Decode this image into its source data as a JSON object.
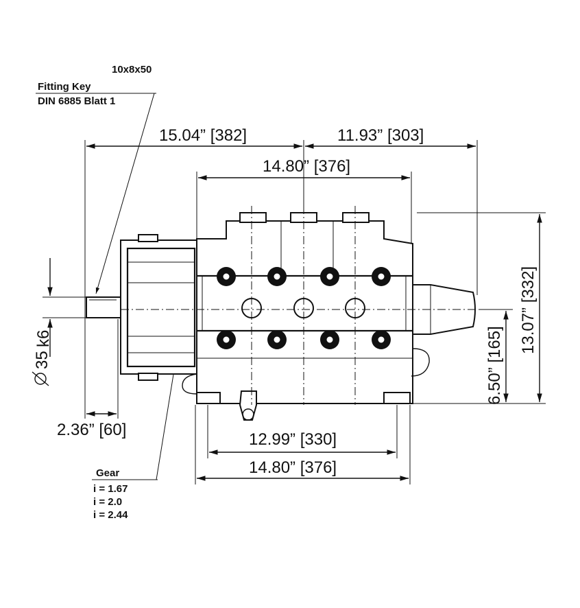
{
  "labels": {
    "fitting_key_size": "10x8x50",
    "fitting_key_title": "Fitting Key",
    "fitting_key_std": "DIN 6885 Blatt 1",
    "gear_title": "Gear",
    "gear_ratios": [
      "i = 1.67",
      "i = 2.0",
      "i = 2.44"
    ]
  },
  "dimensions": {
    "shaft_to_center": "15.04” [382]",
    "center_to_end": "11.93” [303]",
    "head_width": "14.80” [376]",
    "total_height": "13.07” [332]",
    "shaft_height": "6.50” [165]",
    "shaft_diameter": "35",
    "shaft_tolerance": "k6",
    "shaft_length": "2.36” [60]",
    "foot_spacing": "12.99” [330]",
    "base_width": "14.80” [376]"
  }
}
